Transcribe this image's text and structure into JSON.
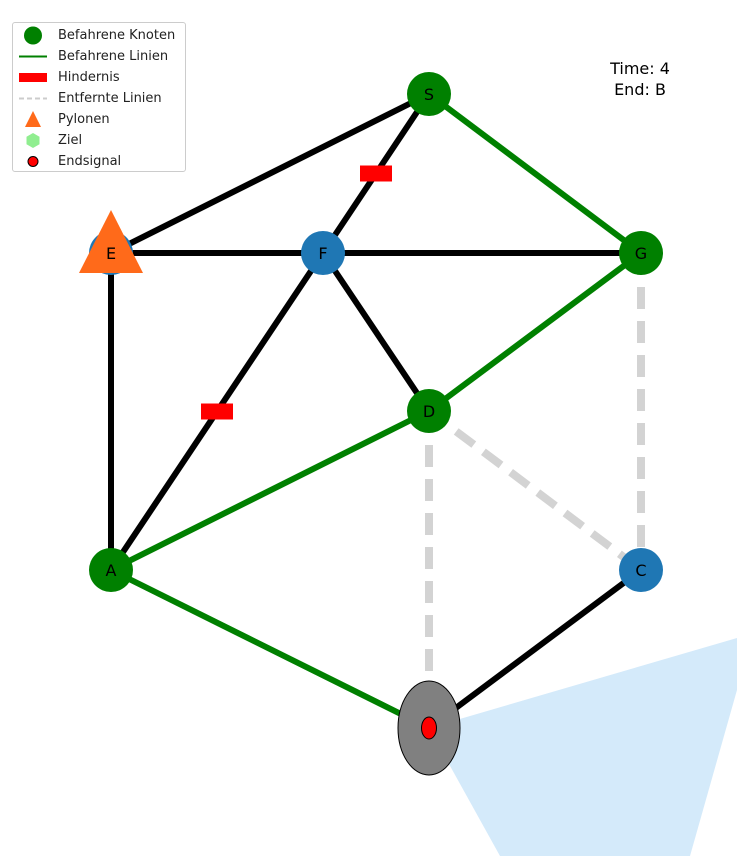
{
  "legend": {
    "items": [
      {
        "label": "Befahrene Knoten",
        "symbol": "circle",
        "color": "#008000"
      },
      {
        "label": "Befahrene Linien",
        "symbol": "line",
        "color": "#008000"
      },
      {
        "label": "Hindernis",
        "symbol": "rect",
        "color": "#ff0000"
      },
      {
        "label": "Entfernte Linien",
        "symbol": "dashed-line",
        "color": "#cccccc"
      },
      {
        "label": "Pylonen",
        "symbol": "triangle",
        "color": "#ff6a1a"
      },
      {
        "label": "Ziel",
        "symbol": "hexagon",
        "color": "#90ee90"
      },
      {
        "label": "Endsignal",
        "symbol": "small-circle",
        "color": "#ff0000"
      }
    ]
  },
  "info": {
    "time": "Time: 4",
    "end": "End: B"
  },
  "colors": {
    "visited_node": "#008000",
    "unvisited_node": "#1f77b4",
    "edge": "#000000",
    "visited_edge": "#008000",
    "removed_edge": "#d3d3d3",
    "obstacle": "#ff0000",
    "pylon": "#ff6a1a",
    "vehicle": "#808080",
    "end_signal": "#ff0000",
    "sensor_cone": "#d4eafa"
  },
  "graph": {
    "nodes": [
      {
        "id": "S",
        "label": "S",
        "state": "visited"
      },
      {
        "id": "E",
        "label": "E",
        "state": "unvisited"
      },
      {
        "id": "F",
        "label": "F",
        "state": "unvisited"
      },
      {
        "id": "G",
        "label": "G",
        "state": "visited"
      },
      {
        "id": "D",
        "label": "D",
        "state": "visited"
      },
      {
        "id": "A",
        "label": "A",
        "state": "visited"
      },
      {
        "id": "C",
        "label": "C",
        "state": "unvisited"
      },
      {
        "id": "B",
        "label": "",
        "state": "vehicle"
      }
    ],
    "edges": [
      {
        "from": "E",
        "to": "S",
        "state": "normal"
      },
      {
        "from": "S",
        "to": "F",
        "state": "normal",
        "obstacle": true
      },
      {
        "from": "S",
        "to": "G",
        "state": "visited"
      },
      {
        "from": "E",
        "to": "F",
        "state": "normal"
      },
      {
        "from": "F",
        "to": "G",
        "state": "normal"
      },
      {
        "from": "E",
        "to": "A",
        "state": "normal"
      },
      {
        "from": "F",
        "to": "A",
        "state": "normal",
        "obstacle": true
      },
      {
        "from": "F",
        "to": "D",
        "state": "normal"
      },
      {
        "from": "D",
        "to": "G",
        "state": "visited"
      },
      {
        "from": "D",
        "to": "A",
        "state": "visited"
      },
      {
        "from": "A",
        "to": "B",
        "state": "visited"
      },
      {
        "from": "B",
        "to": "C",
        "state": "normal"
      },
      {
        "from": "G",
        "to": "C",
        "state": "removed"
      },
      {
        "from": "D",
        "to": "C",
        "state": "removed"
      },
      {
        "from": "D",
        "to": "B",
        "state": "removed"
      }
    ],
    "pylons": [
      "E"
    ]
  }
}
